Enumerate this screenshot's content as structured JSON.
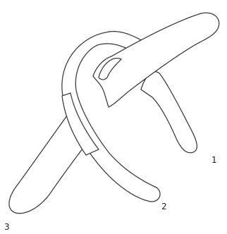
{
  "diagram": {
    "labels": {
      "end_1": "1",
      "end_2": "2",
      "end_3": "3"
    },
    "colors": {
      "line": "#3a3a3a",
      "background": "#ffffff",
      "text": "#222222"
    }
  }
}
